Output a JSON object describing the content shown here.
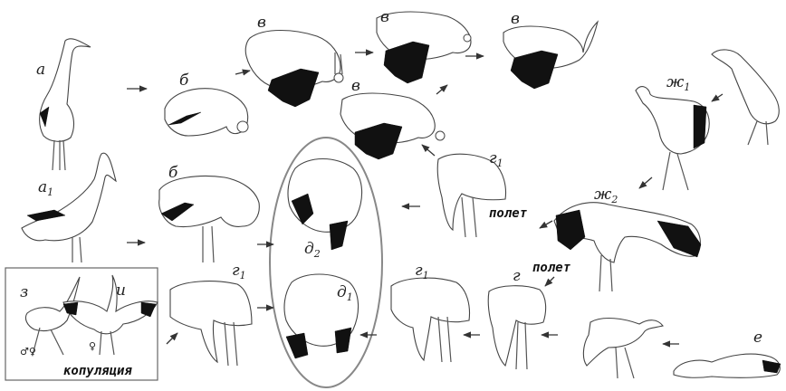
{
  "labels": {
    "a": "а",
    "a1_main": "а",
    "a1_sub": "1",
    "b_top": "б",
    "b_bottom": "б",
    "v1": "в",
    "v2": "в",
    "v3": "в",
    "v4": "в",
    "zh1_main": "ж",
    "zh1_sub": "1",
    "zh2_main": "ж",
    "zh2_sub": "2",
    "g1_a_main": "г",
    "g1_a_sub": "1",
    "g1_b_main": "г",
    "g1_b_sub": "1",
    "g1_c_main": "г",
    "g1_c_sub": "1",
    "g": "г",
    "d2_main": "д",
    "d2_sub": "2",
    "d1_main": "д",
    "d1_sub": "1",
    "e": "е",
    "z": "з",
    "i": "и"
  },
  "words": {
    "flight_upper": "полет",
    "flight_lower": "полет",
    "copulation": "копуляция"
  },
  "symbols": {
    "pair": "♂♀",
    "female": "♀"
  },
  "colors": {
    "ink": "#222222",
    "wing_black": "#111111",
    "oval": "#888888"
  }
}
